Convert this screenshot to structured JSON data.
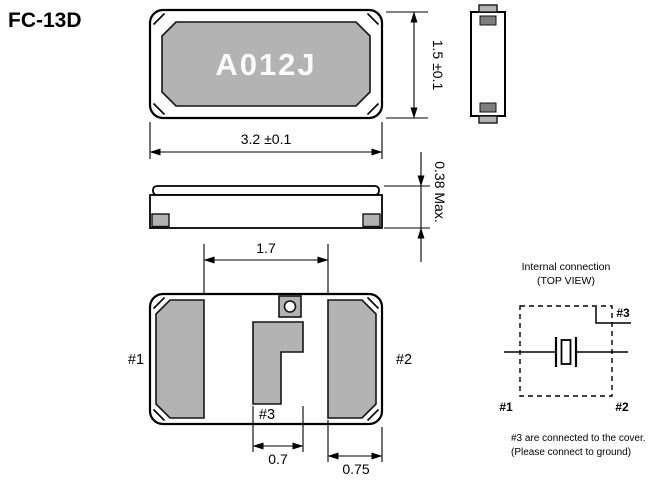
{
  "title": "FC-13D",
  "colors": {
    "pad_gray": "#b3b3b3",
    "line_black": "#000000",
    "marking_white": "#fafafa",
    "background": "#ffffff"
  },
  "top_view": {
    "marking": "A012J",
    "width_dim": "3.2 ±0.1",
    "height_dim": "1.5 ±0.1"
  },
  "side_view": {
    "thickness_dim": "0.38 Max."
  },
  "bottom_view": {
    "pad1_label": "#1",
    "pad2_label": "#2",
    "pad3_label": "#3",
    "pad_gap_dim": "1.7",
    "pad3_width_dim": "0.7",
    "end_pad_width_dim": "0.75"
  },
  "internal_connection": {
    "title": "Internal connection",
    "subtitle": "(TOP VIEW)",
    "pin1_label": "#1",
    "pin2_label": "#2",
    "pin3_label": "#3"
  },
  "notes": {
    "line1": "#3 are connected to the cover.",
    "line2": "(Please connect to ground)"
  }
}
